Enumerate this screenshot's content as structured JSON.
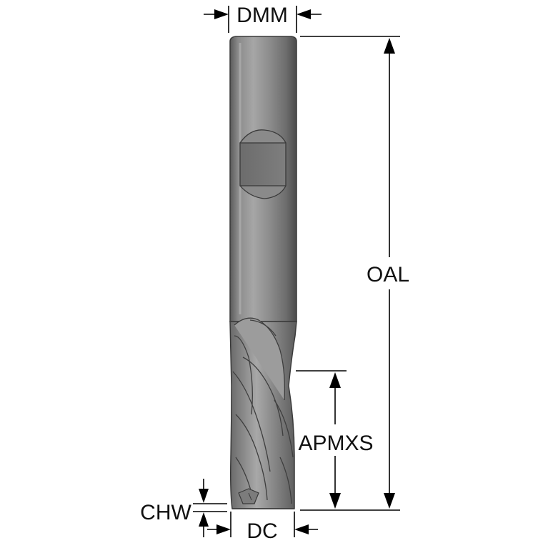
{
  "diagram": {
    "subject": "end-mill",
    "labels": {
      "dmm": "DMM",
      "oal": "OAL",
      "apmxs": "APMXS",
      "chw": "CHW",
      "dc": "DC"
    },
    "colors": {
      "tool_body": "#8e8e8e",
      "tool_highlight": "#c4c4c4",
      "tool_shadow": "#4a4a4a",
      "flat": "#6e6e6e",
      "dimension": "#000000"
    }
  }
}
